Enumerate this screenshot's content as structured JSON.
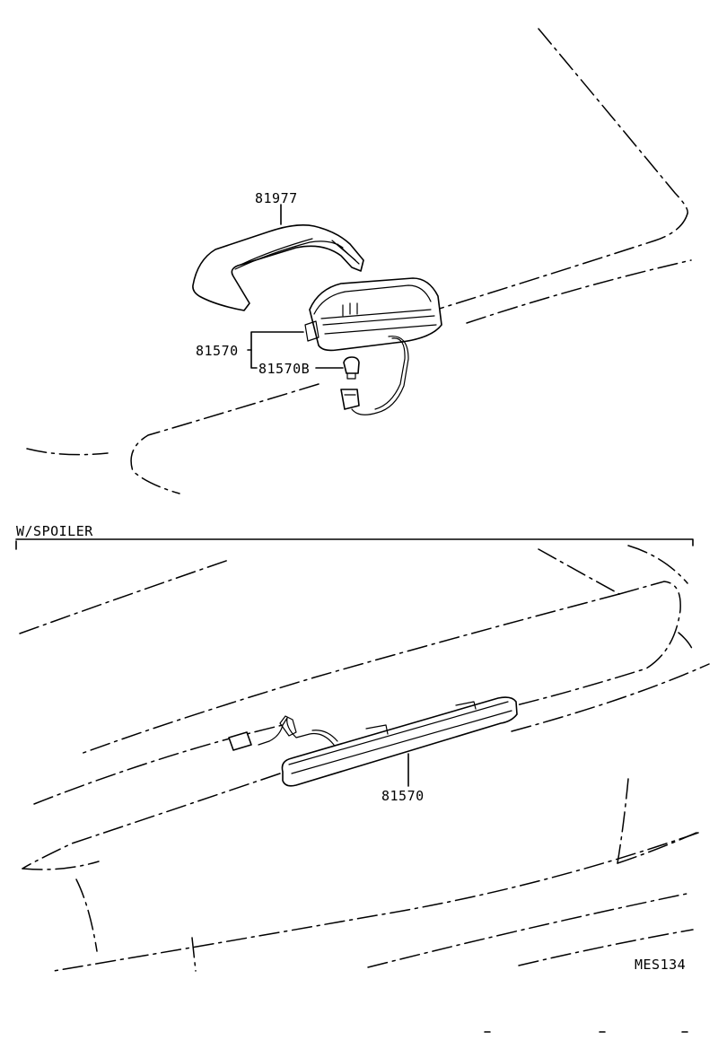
{
  "labels": {
    "cover": "81977",
    "lamp_assembly": "81570",
    "bulb": "81570B",
    "section_title": "W/SPOILER",
    "spoiler_lamp": "81570",
    "diagram_code": "MES134"
  }
}
